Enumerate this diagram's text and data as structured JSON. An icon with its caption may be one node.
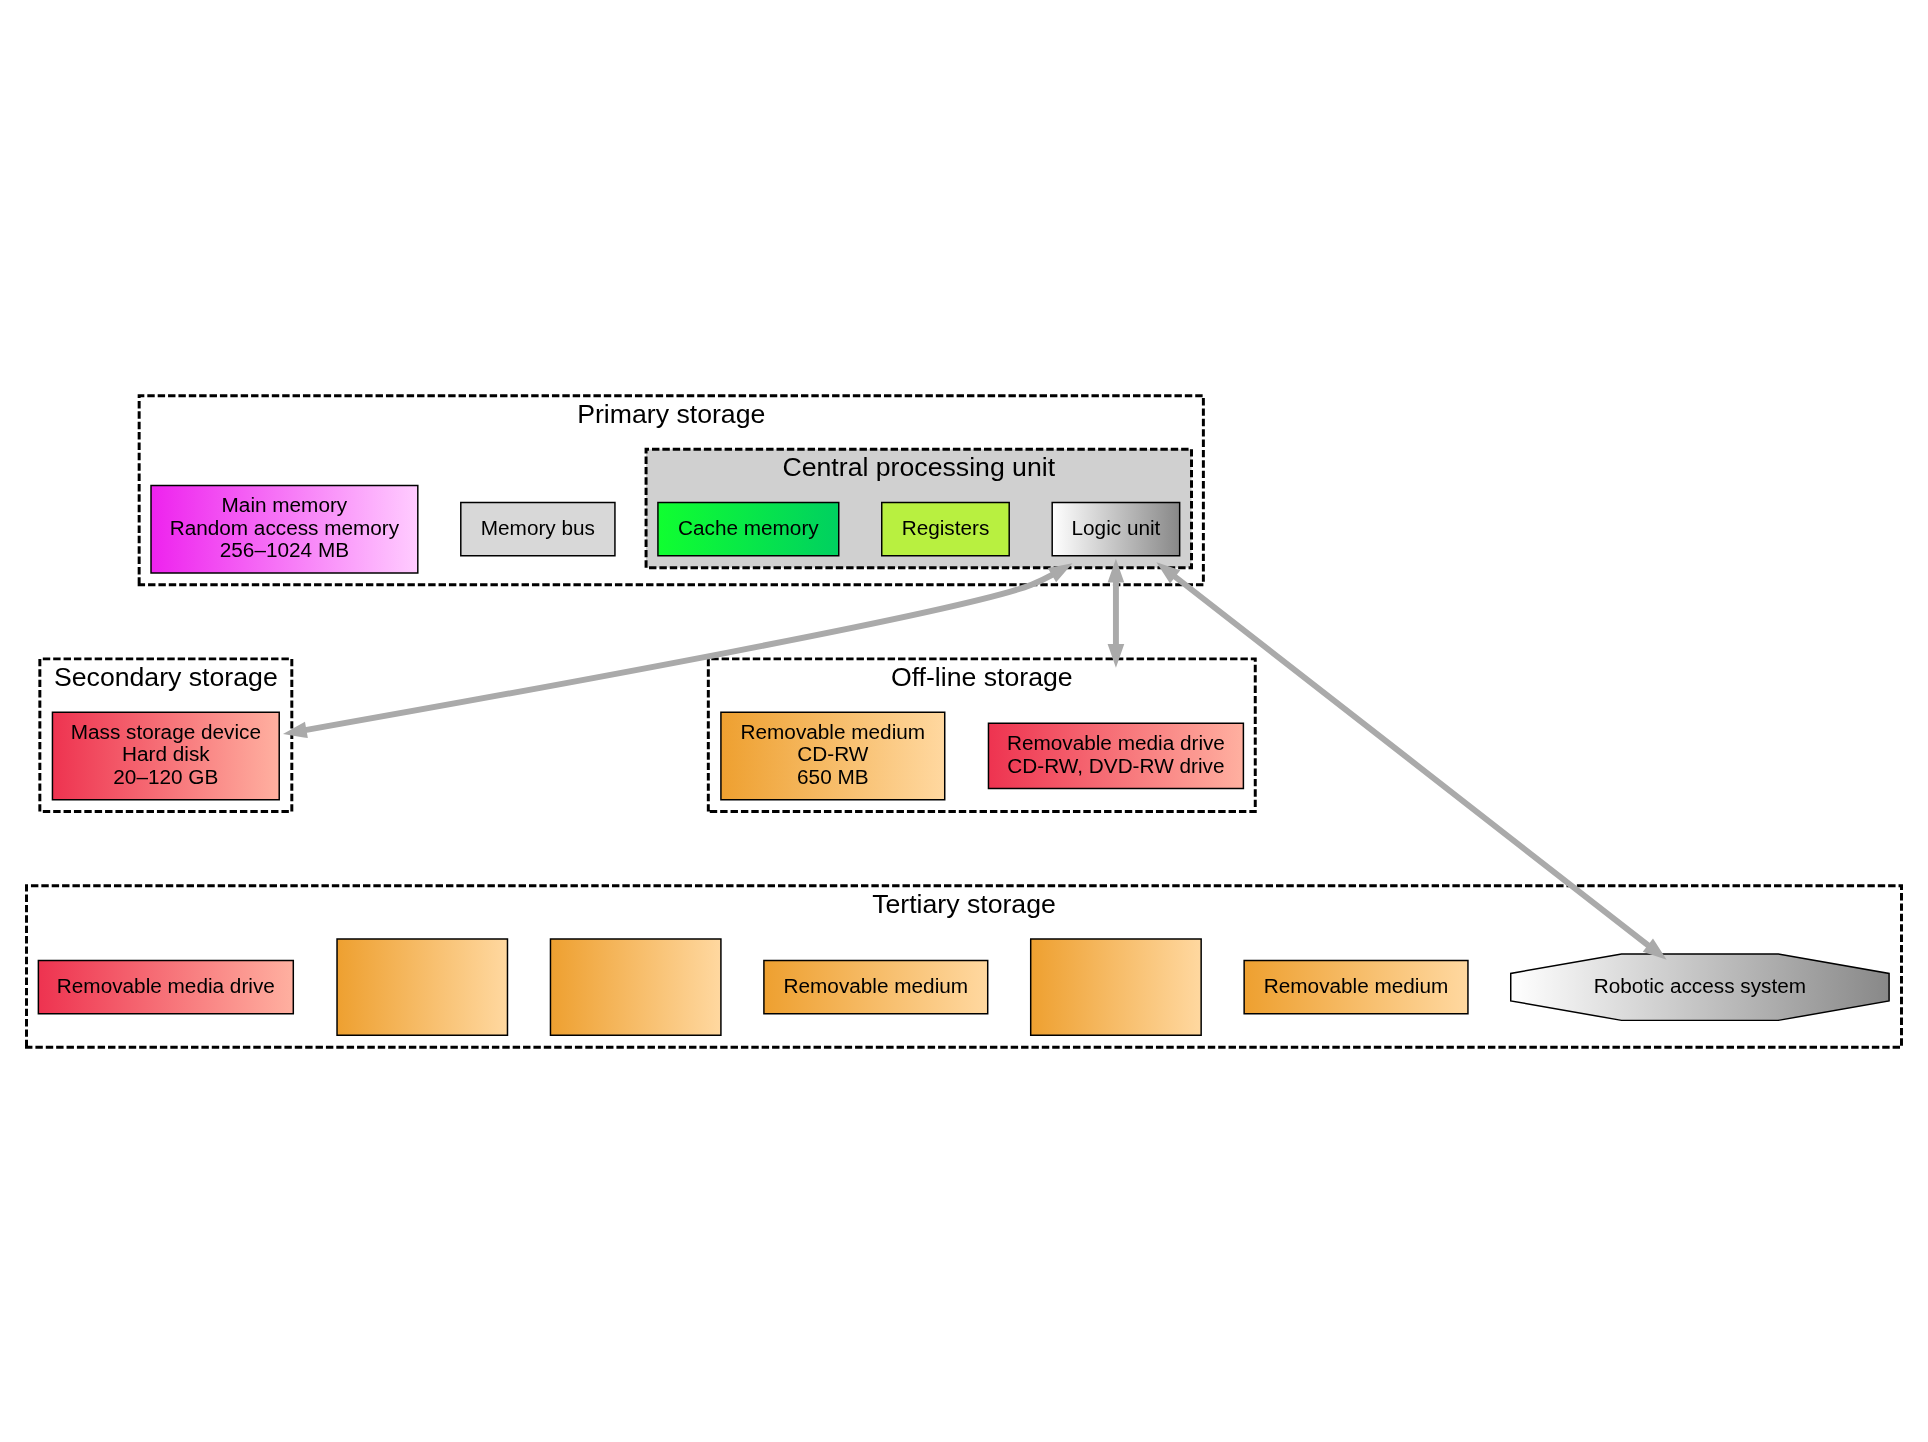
{
  "diagram": {
    "nodes": [
      {
        "text": [
          "Primary storage"
        ]
      },
      {
        "text": [
          "Central processing unit"
        ],
        "in": 0
      },
      {
        "text": [
          "Logic unit"
        ],
        "in": 1
      },
      {
        "text": [
          "Registers"
        ],
        "in": 1
      },
      {
        "text": [
          "Cache memory"
        ],
        "in": 1
      },
      {
        "text": [
          "Memory bus"
        ],
        "in": 0
      },
      {
        "text": [
          "Main memory",
          "Random access memory",
          "256–1024 MB"
        ],
        "in": 0
      },
      {
        "text": [
          "Secondary storage"
        ]
      },
      {
        "text": [
          "Mass storage device",
          "Hard disk",
          "20–120 GB"
        ],
        "in": 7
      },
      {
        "text": [
          "Off-line storage"
        ]
      },
      {
        "text": [
          "Removable media drive",
          "CD-RW, DVD-RW drive"
        ],
        "in": 9
      },
      {
        "text": [
          "Removable medium",
          "CD-RW",
          "650 MB"
        ],
        "in": 9
      },
      {
        "text": [
          "Tertiary storage"
        ]
      },
      {
        "text": [
          "Removable media drive"
        ],
        "in": 12
      },
      {
        "text": [
          "Removable medium"
        ],
        "in": 12
      },
      {
        "text": [
          "Robotic access system"
        ],
        "in": 12
      },
      {
        "text": [
          "Removable medium"
        ],
        "in": 12
      },
      {
        "text": [],
        "shape": "box",
        "in": 12
      },
      {
        "text": [],
        "shape": "box",
        "in": 12
      },
      {
        "text": [],
        "shape": "box",
        "in": 12
      }
    ],
    "edges": [
      {
        "from": 1,
        "to": 7,
        "arrow": "both"
      },
      {
        "from": 1,
        "to": 15,
        "arrow": "both"
      },
      {
        "from": 1,
        "to": 9,
        "arrow": "both"
      }
    ]
  }
}
